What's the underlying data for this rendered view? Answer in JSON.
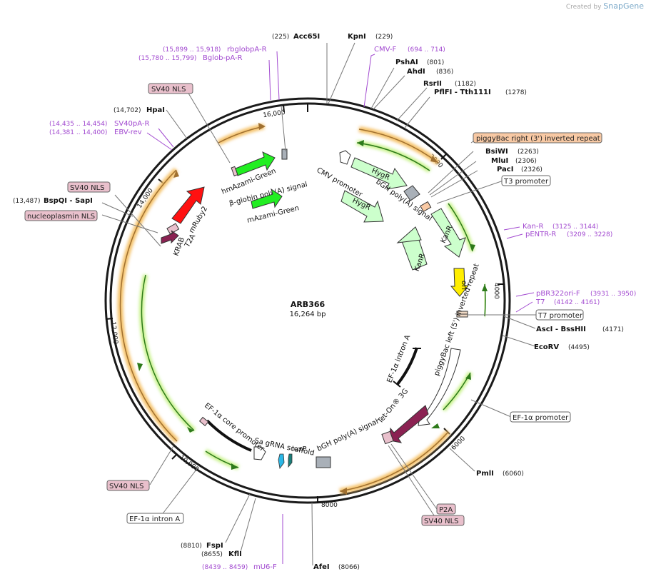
{
  "plasmid": {
    "name": "ARB366",
    "length_label": "16,264 bp"
  },
  "credit": {
    "prefix": "Created by",
    "brand": "SnapGene"
  },
  "ruler": [
    "2000",
    "4000",
    "6000",
    "8000",
    "10,000",
    "12,000",
    "14,000",
    "16,000"
  ],
  "enzymes": {
    "acc65i": {
      "pos": "(225)",
      "name": "Acc65I"
    },
    "kpni": {
      "pos": "(229)",
      "name": "KpnI"
    },
    "pshai": {
      "pos": "(801)",
      "name": "PshAI"
    },
    "ahdi": {
      "pos": "(836)",
      "name": "AhdI"
    },
    "rsrii": {
      "pos": "(1182)",
      "name": "RsrII"
    },
    "pflfi": {
      "pos": "(1278)",
      "name": "PflFI - Tth111I"
    },
    "bsiwi": {
      "pos": "(2263)",
      "name": "BsiWI"
    },
    "mlui": {
      "pos": "(2306)",
      "name": "MluI"
    },
    "paci": {
      "pos": "(2326)",
      "name": "PacI"
    },
    "asci": {
      "pos": "(4171)",
      "name": "AscI - BssHII"
    },
    "ecorv": {
      "pos": "(4495)",
      "name": "EcoRV"
    },
    "pmli": {
      "pos": "(6060)",
      "name": "PmlI"
    },
    "afei": {
      "pos": "(8066)",
      "name": "AfeI"
    },
    "kfli": {
      "pos": "(8655)",
      "name": "KflI"
    },
    "fspi": {
      "pos": "(8810)",
      "name": "FspI"
    },
    "bspqi": {
      "pos": "(13,487)",
      "name": "BspQI - SapI"
    },
    "hpai": {
      "pos": "(14,702)",
      "name": "HpaI"
    }
  },
  "primers": {
    "cmvf": {
      "name": "CMV-F",
      "range": "(694 .. 714)"
    },
    "kanr": {
      "name": "Kan-R",
      "range": "(3125 .. 3144)"
    },
    "pentr": {
      "name": "pENTR-R",
      "range": "(3209 .. 3228)"
    },
    "pbr322": {
      "name": "pBR322ori-F",
      "range": "(3931 .. 3950)"
    },
    "t7": {
      "name": "T7",
      "range": "(4142 .. 4161)"
    },
    "mu6": {
      "name": "mU6-F",
      "range": "(8439 .. 8459)"
    },
    "ebv": {
      "name": "EBV-rev",
      "range": "(14,381 .. 14,400)"
    },
    "sv40pa": {
      "name": "SV40pA-R",
      "range": "(14,435 .. 14,454)"
    },
    "bglob": {
      "name": "Bglob-pA-R",
      "range": "(15,780 .. 15,799)"
    },
    "rbglob": {
      "name": "rbglobpA-R",
      "range": "(15,899 .. 15,918)"
    }
  },
  "boxed_labels": {
    "piggybac_right": "piggyBac right (3') inverted repeat",
    "t3": "T3 promoter",
    "t7p": "T7 promoter",
    "ef1a_promoter": "EF-1α promoter",
    "p2a": "P2A",
    "sv40_nls_bottom": "SV40 NLS",
    "sv40_nls_left": "SV40 NLS",
    "ef1a_intron_box": "EF-1α intron A",
    "sv40_nls_mid": "SV40 NLS",
    "nucleoplasmin": "nucleoplasmin NLS",
    "sv40_nls_top": "SV40 NLS"
  },
  "features": {
    "cmv": "CMV promoter",
    "hygr1": "HygR",
    "hygr2": "HygR",
    "bgh1": "bGH poly(A) signal",
    "kanr1": "KanR",
    "kanr2": "KanR",
    "ori": "ori",
    "pb_left": "piggyBac left (5') inverted repeat",
    "ef1a_intron": "EF-1α intron A",
    "teton": "Tet-On® 3G",
    "bgh2": "bGH poly(A) signal",
    "loxp": "loxP",
    "sagrna": "Sa gRNA  scaffold",
    "ef1a_core": "EF-1α core promoter",
    "mruby": "mRuby2",
    "t2a": "T2A",
    "krab": "KRAB",
    "hmazami": "hmAzami-Green",
    "bglobin": "β-globin poly(A) signal",
    "mazami": "mAzami-Green"
  },
  "colors": {
    "backbone": "#1a1a1a",
    "enzyme_line": "#777777",
    "primer": "#a24ad0",
    "green_feature": "#22ee22",
    "light_green": "#ccffcc",
    "red_feature": "#ff1111",
    "purple_feature": "#8b2252",
    "ori_yellow": "#ffee00",
    "orange_glow": "#f5c26b",
    "green_glow": "#c8f28a",
    "pink_box": "#e9c0cc",
    "peach_box": "#f8c9a4",
    "white_box": "#ffffff"
  }
}
